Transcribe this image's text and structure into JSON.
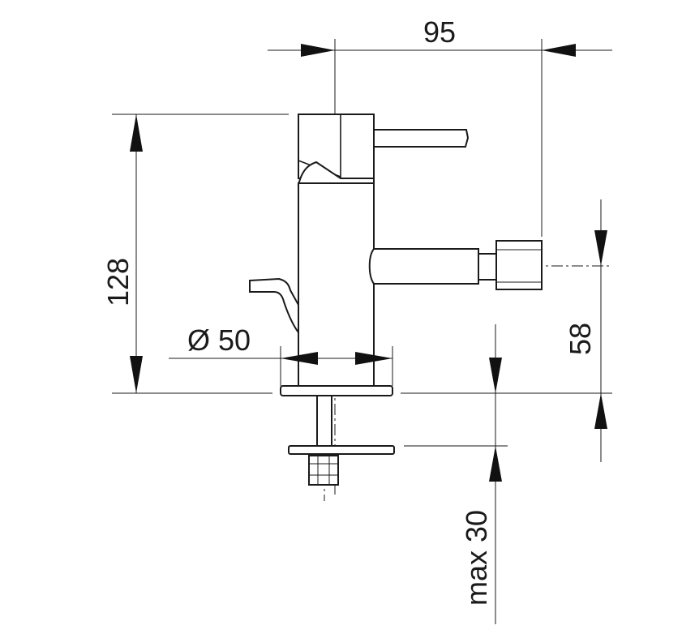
{
  "dimensions": {
    "width_label": "95",
    "height_label": "128",
    "diameter_label": "Ø 50",
    "spout_height_label": "58",
    "thickness_label": "max 30"
  },
  "colors": {
    "line": "#1a1a1a",
    "background": "#ffffff"
  }
}
